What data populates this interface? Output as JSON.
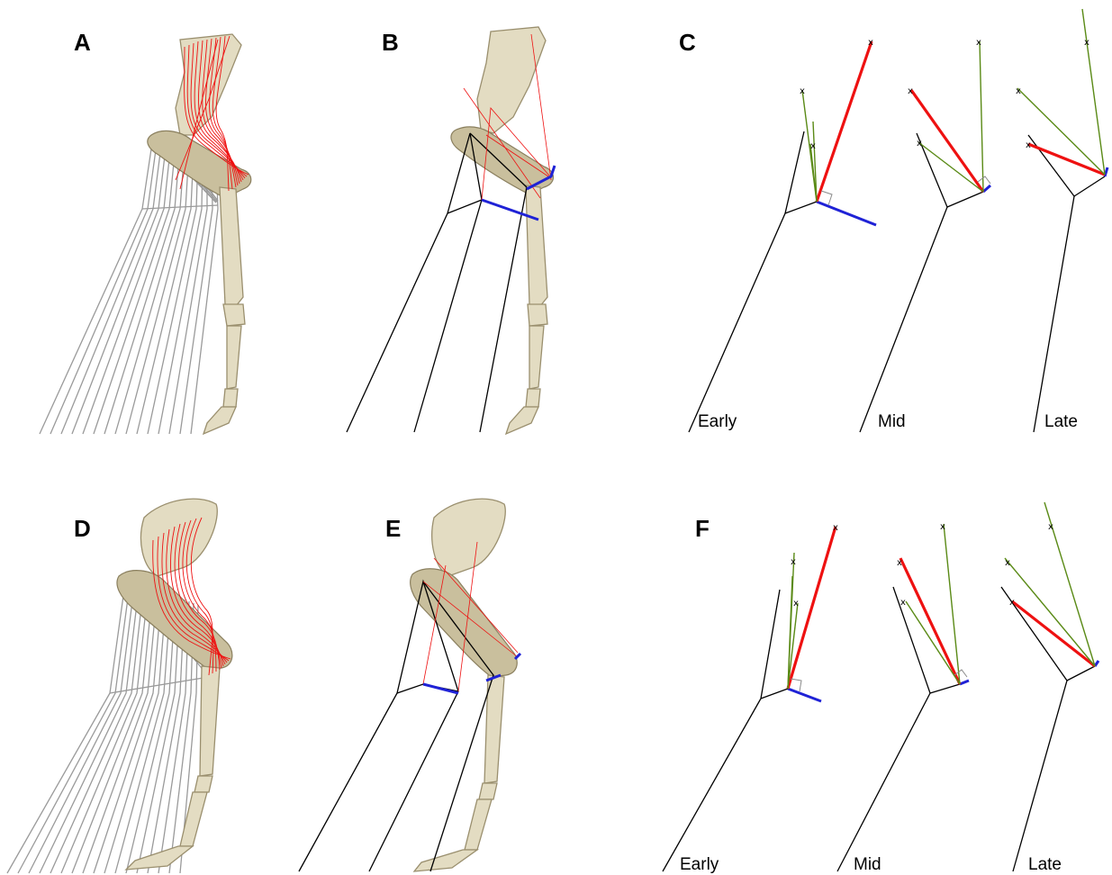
{
  "panels": {
    "a": {
      "letter": "A"
    },
    "b": {
      "letter": "B"
    },
    "c": {
      "letter": "C",
      "phases": [
        "Early",
        "Mid",
        "Late"
      ]
    },
    "d": {
      "letter": "D"
    },
    "e": {
      "letter": "E"
    },
    "f": {
      "letter": "F",
      "phases": [
        "Early",
        "Mid",
        "Late"
      ]
    }
  },
  "markers": {
    "symbol": "x"
  },
  "colors": {
    "muscle_lines": "#ee1111",
    "tendon_lines": "#9a9a9a",
    "moment_arm": "#1f22d6",
    "muscle_axis": "#5a8a16",
    "bone": "#e3dcc2"
  }
}
